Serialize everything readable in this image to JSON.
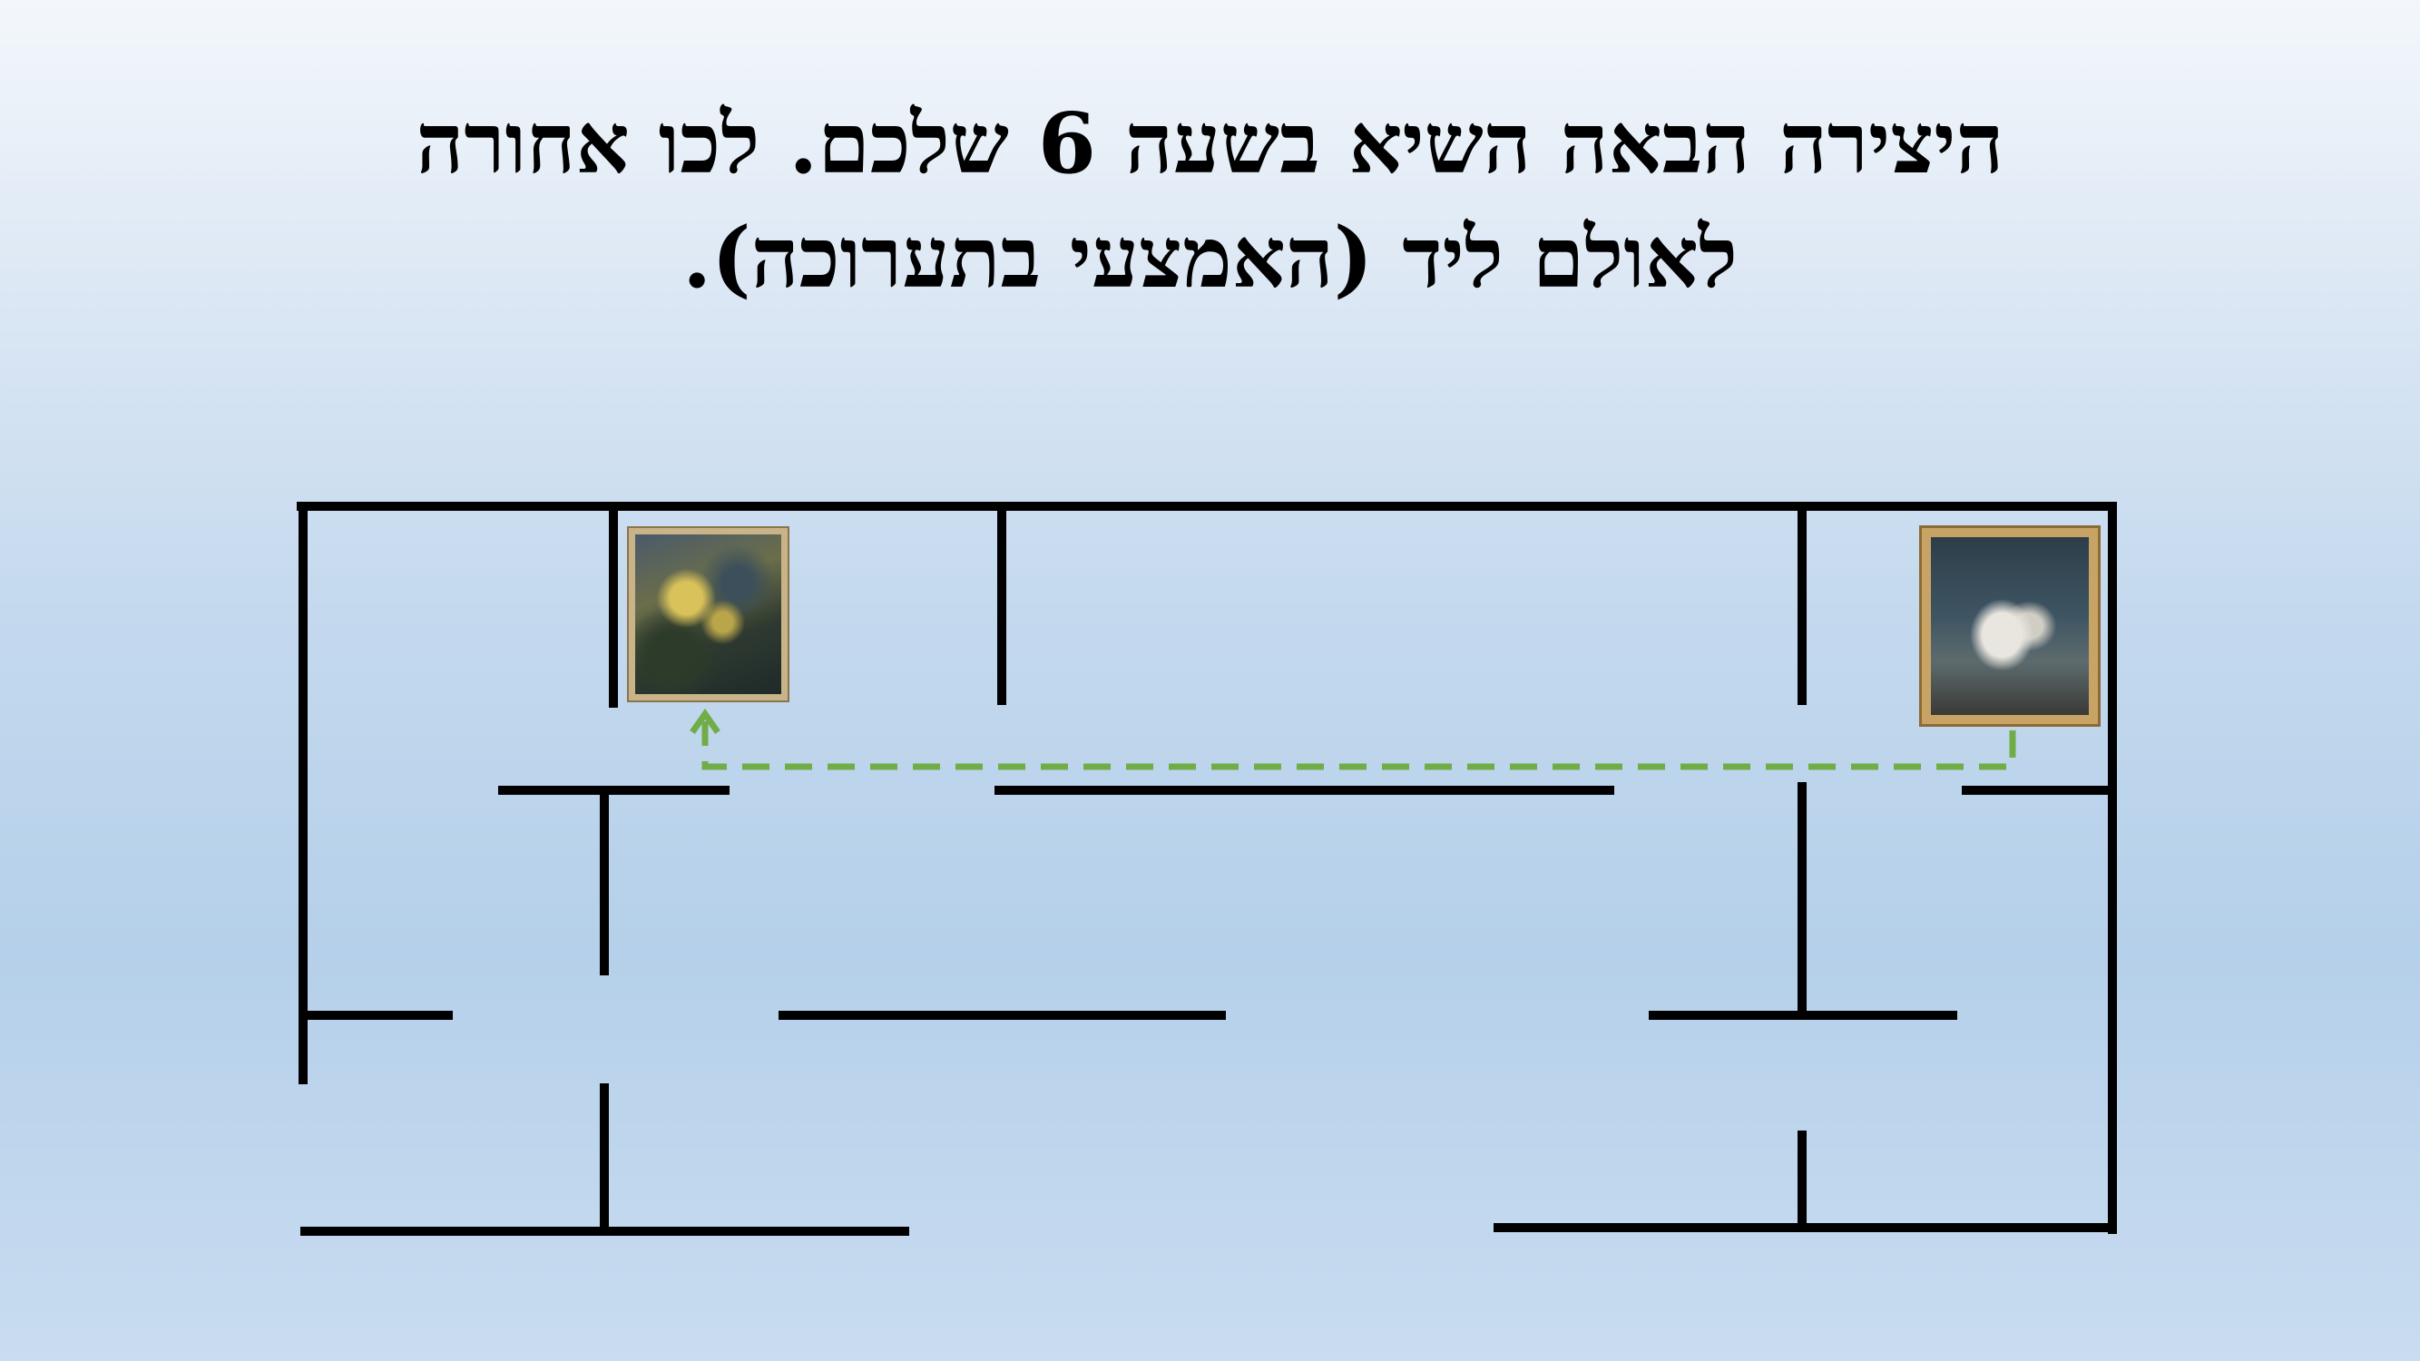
{
  "slide": {
    "title_line_1": "היצירה הבאה השיא בשעה 6 שלכם. לכו אחורה",
    "title_line_2": "לאולם ליד (האמצעי בתערוכה)."
  },
  "colors": {
    "wall": "#000000",
    "path": "#70ad47"
  },
  "paintings": [
    {
      "name": "battle-painting"
    },
    {
      "name": "horses-painting"
    }
  ]
}
